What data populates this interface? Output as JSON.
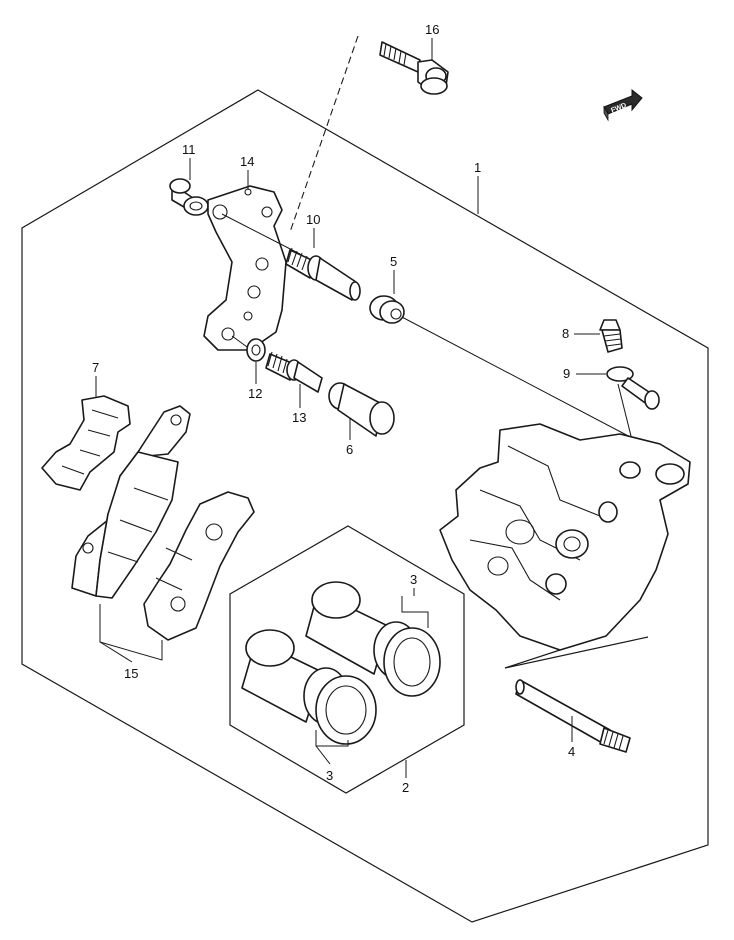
{
  "fwd_label": "FWD",
  "callouts": [
    {
      "id": "c16",
      "label": "16"
    },
    {
      "id": "c1",
      "label": "1"
    },
    {
      "id": "c11",
      "label": "11"
    },
    {
      "id": "c14",
      "label": "14"
    },
    {
      "id": "c10",
      "label": "10"
    },
    {
      "id": "c5",
      "label": "5"
    },
    {
      "id": "c8",
      "label": "8"
    },
    {
      "id": "c9",
      "label": "9"
    },
    {
      "id": "c7",
      "label": "7"
    },
    {
      "id": "c12",
      "label": "12"
    },
    {
      "id": "c13",
      "label": "13"
    },
    {
      "id": "c6",
      "label": "6"
    },
    {
      "id": "c3a",
      "label": "3"
    },
    {
      "id": "c15",
      "label": "15"
    },
    {
      "id": "c3b",
      "label": "3"
    },
    {
      "id": "c2",
      "label": "2"
    },
    {
      "id": "c4",
      "label": "4"
    }
  ]
}
